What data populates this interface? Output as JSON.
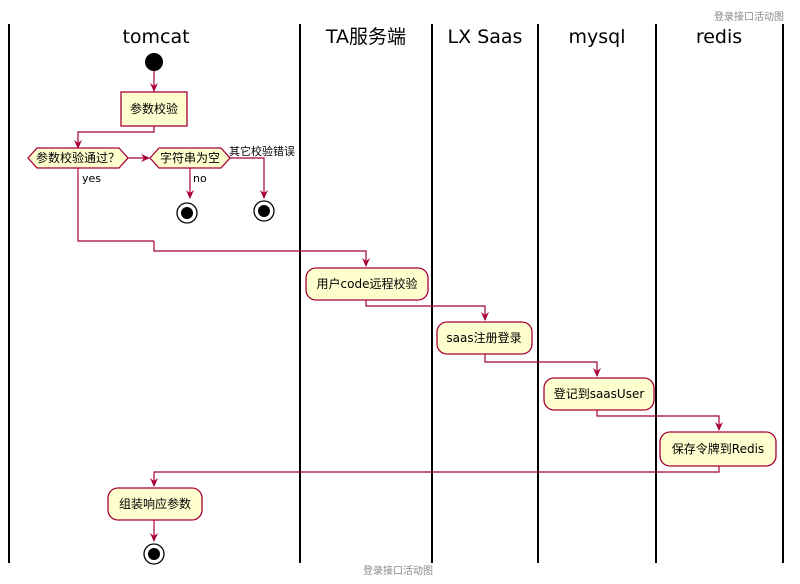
{
  "diagram": {
    "header_caption": "登录接口活动图",
    "footer_caption": "登录接口活动图",
    "lanes": [
      {
        "title": "tomcat"
      },
      {
        "title": "TA服务端"
      },
      {
        "title": "LX Saas"
      },
      {
        "title": "mysql"
      },
      {
        "title": "redis"
      }
    ],
    "nodes": {
      "param_check": "参数校验",
      "decision_valid": "参数校验通过？",
      "decision_empty": "字符串为空",
      "label_other_error": "其它校验错误",
      "label_yes": "yes",
      "label_no": "no",
      "remote_check": "用户code远程校验",
      "saas_login": "saas注册登录",
      "register_user": "登记到saasUser",
      "save_token": "保存令牌到Redis",
      "assemble_response": "组装响应参数"
    },
    "colors": {
      "arrow": "#a80036",
      "activity_fill": "#fefece",
      "lane_line": "#000000"
    }
  }
}
